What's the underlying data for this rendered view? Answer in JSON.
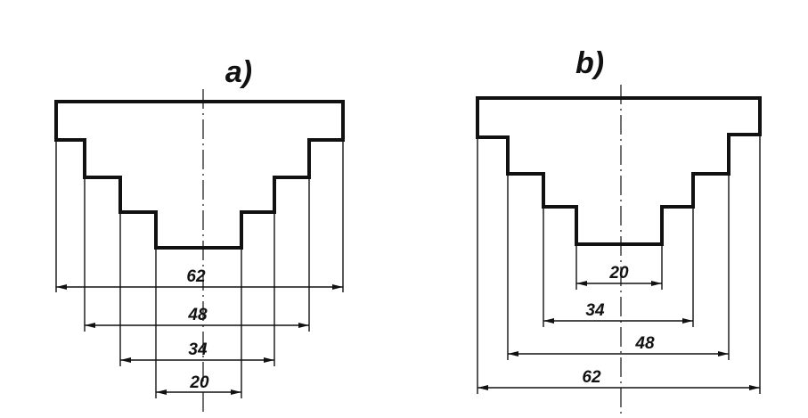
{
  "figures": [
    {
      "title": "a)",
      "dimensions": [
        "62",
        "48",
        "34",
        "20"
      ],
      "style": "chain dimensions centered on axis"
    },
    {
      "title": "b)",
      "dimensions": [
        "20",
        "34",
        "48",
        "62"
      ],
      "style": "staggered dimension labels"
    }
  ]
}
